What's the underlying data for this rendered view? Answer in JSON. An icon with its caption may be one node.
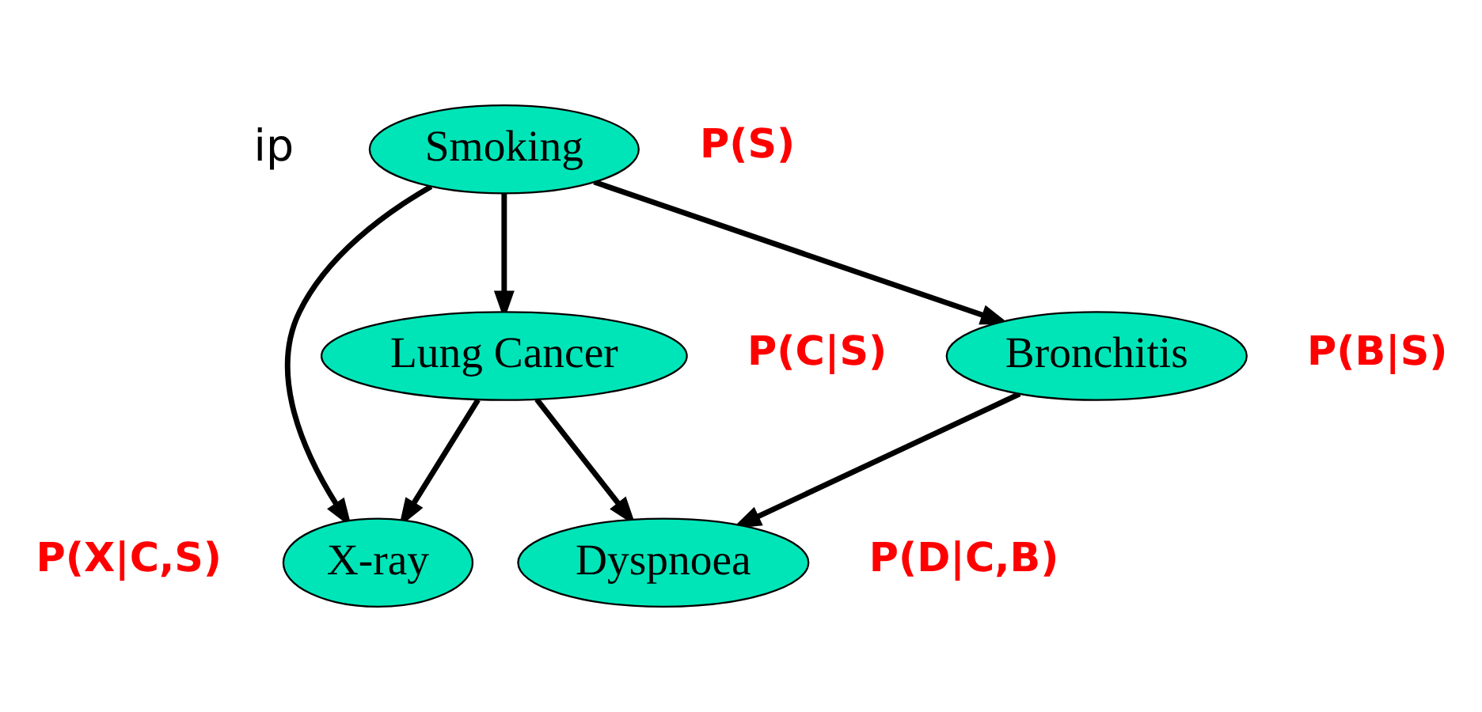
{
  "diagram": {
    "nodes": [
      {
        "text": [
          "Smoking"
        ],
        "beside": [
          "P(S)"
        ]
      },
      {
        "text": [
          "Lung Cancer"
        ],
        "beside": [
          "P(C|S)"
        ]
      },
      {
        "text": [
          "Bronchitis"
        ],
        "beside": [
          "P(B|S)"
        ]
      },
      {
        "text": [
          "X-ray"
        ],
        "beside": [
          "P(X|C,S)"
        ]
      },
      {
        "text": [
          "Dyspnoea"
        ],
        "beside": [
          "P(D|C,B)"
        ]
      }
    ],
    "edges": [
      {
        "from": 0,
        "to": 1,
        "arrow": "to"
      },
      {
        "from": 0,
        "to": 3,
        "arrow": "to"
      },
      {
        "from": 0,
        "to": 2,
        "arrow": "to"
      },
      {
        "from": 1,
        "to": 3,
        "arrow": "to"
      },
      {
        "from": 1,
        "to": 4,
        "arrow": "to"
      },
      {
        "from": 2,
        "to": 4,
        "arrow": "to"
      }
    ],
    "labels": [
      "ip"
    ]
  }
}
